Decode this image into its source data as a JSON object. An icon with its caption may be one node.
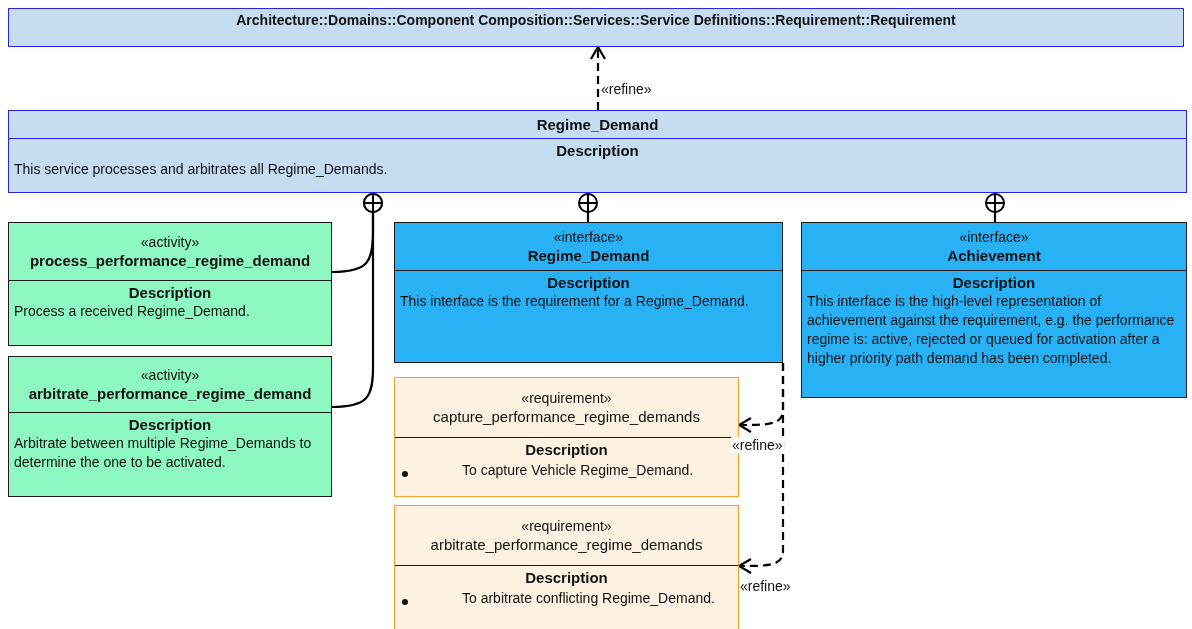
{
  "diagram": {
    "nodes": [
      {
        "text": [
          "Architecture::Domains::Component Composition::Services::Service Definitions::Requirement::Requirement"
        ]
      },
      {
        "text": [
          "Regime_Demand",
          "Description",
          "This service processes and arbitrates all Regime_Demands."
        ]
      },
      {
        "text": [
          "«activity»",
          "process_performance_regime_demand",
          "Description",
          "Process a received Regime_Demand."
        ]
      },
      {
        "text": [
          "«activity»",
          "arbitrate_performance_regime_demand",
          "Description",
          "Arbitrate between multiple Regime_Demands to determine the one to be activated."
        ]
      },
      {
        "text": [
          "«interface»",
          "Regime_Demand",
          "Description",
          "This interface is the requirement for a Regime_Demand."
        ]
      },
      {
        "text": [
          "«interface»",
          "Achievement",
          "Description",
          "This interface is the high-level representation of achievement against the requirement, e.g. the performance regime is: active, rejected or queued for activation after a higher priority path demand has been completed."
        ]
      },
      {
        "text": [
          "«requirement»",
          "capture_performance_regime_demands",
          "Description",
          "To capture Vehicle Regime_Demand."
        ]
      },
      {
        "text": [
          "«requirement»",
          "arbitrate_performance_regime_demands",
          "Description",
          "To arbitrate conflicting Regime_Demand."
        ]
      }
    ],
    "edges": [
      {
        "from": 1,
        "to": 0,
        "arrow": "to",
        "style": "dashed",
        "label": "«refine»"
      },
      {
        "from": 2,
        "to": 1,
        "arrow": "other"
      },
      {
        "from": 3,
        "to": 1,
        "arrow": "other"
      },
      {
        "from": 4,
        "to": 1,
        "arrow": "other"
      },
      {
        "from": 5,
        "to": 1,
        "arrow": "other"
      },
      {
        "from": 4,
        "to": 6,
        "arrow": "to",
        "style": "dashed",
        "label": "«refine»"
      },
      {
        "from": 4,
        "to": 7,
        "arrow": "to",
        "style": "dashed",
        "label": "«refine»"
      }
    ]
  }
}
